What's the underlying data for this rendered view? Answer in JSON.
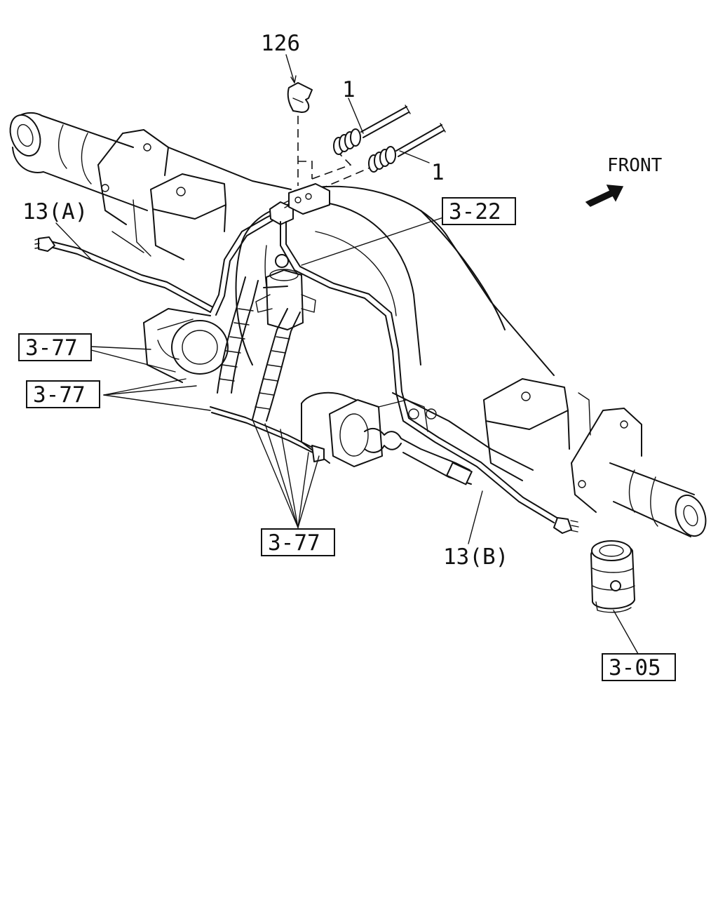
{
  "direction_label": "FRONT",
  "callouts": {
    "clip": "126",
    "hose_top": "1",
    "hose_bottom": "1",
    "pipe_a": "13(A)",
    "pipe_b": "13(B)",
    "ref_3_22": "3-22",
    "ref_3_77_a": "3-77",
    "ref_3_77_b": "3-77",
    "ref_3_77_c": "3-77",
    "ref_3_05": "3-05"
  }
}
